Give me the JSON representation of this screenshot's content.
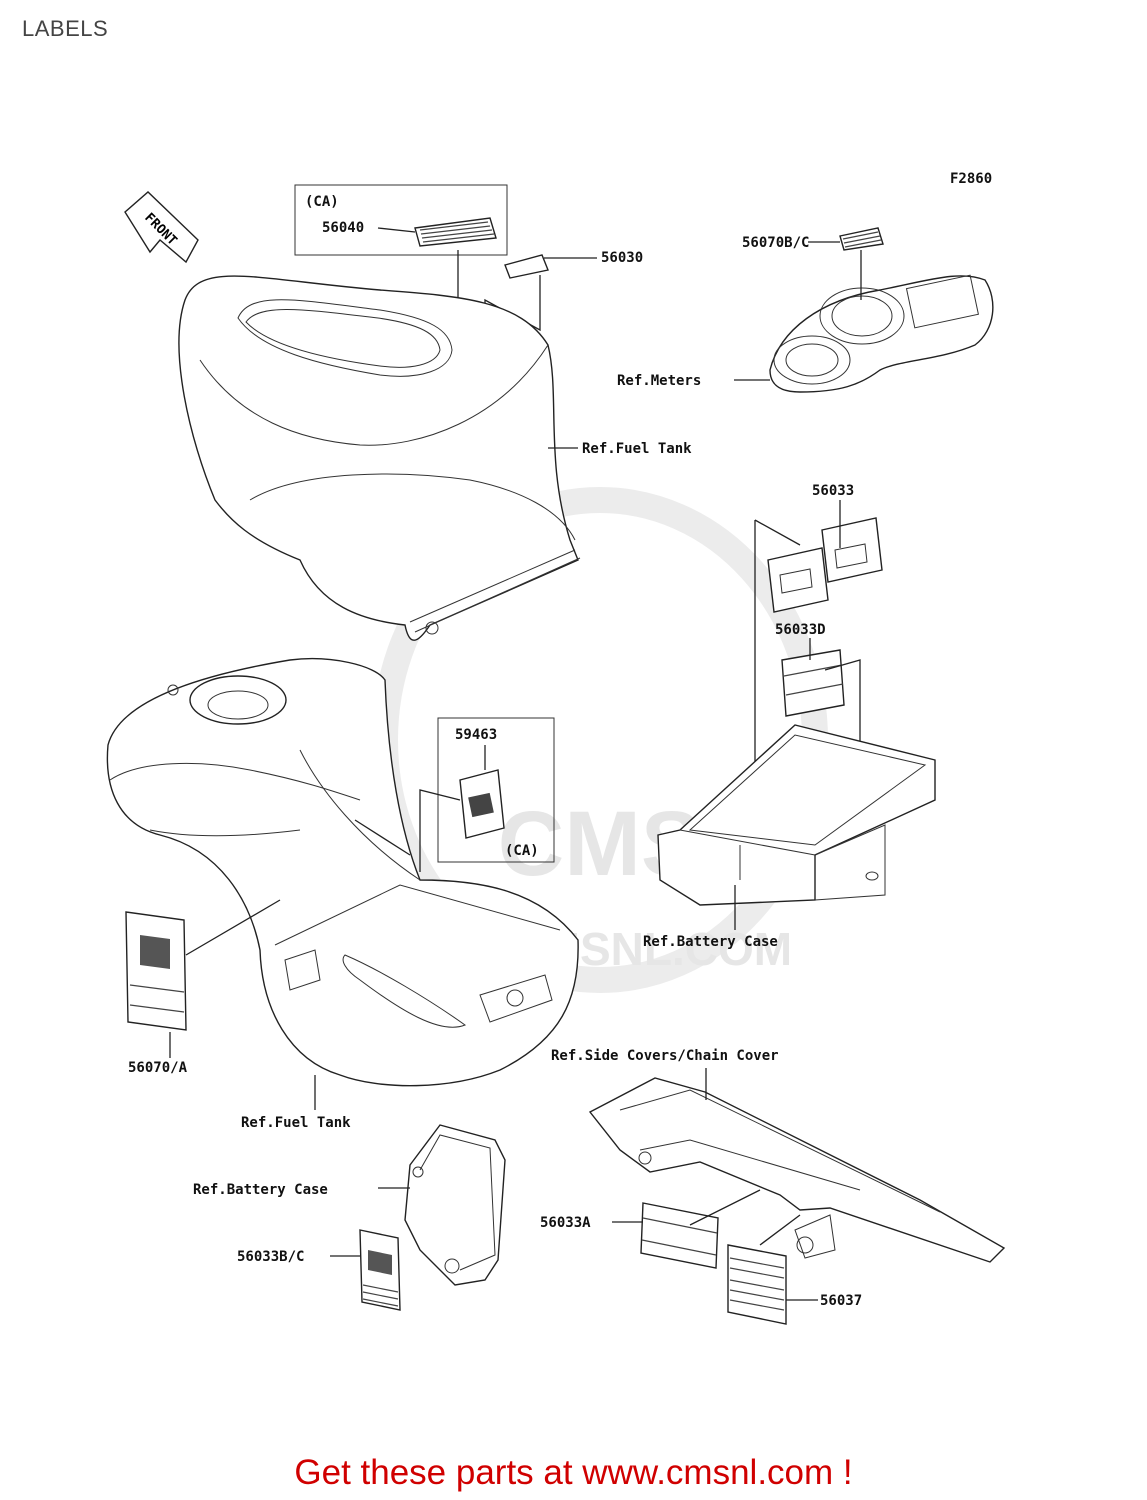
{
  "title": "LABELS",
  "figure_code": "F2860",
  "front_arrow_text": "FRONT",
  "watermark": {
    "brand": "CMS",
    "url": "WWW.CMSNL.COM"
  },
  "labels": {
    "ca_top": "(CA)",
    "p56040": "56040",
    "p56030": "56030",
    "p56070bc": "56070B/C",
    "ref_meters": "Ref.Meters",
    "ref_fuel_tank_top": "Ref.Fuel Tank",
    "p56033": "56033",
    "p56033d": "56033D",
    "p59463": "59463",
    "ca_mid": "(CA)",
    "ref_battery_case_right": "Ref.Battery Case",
    "p56070a": "56070/A",
    "ref_side_covers": "Ref.Side Covers/Chain Cover",
    "ref_fuel_tank_bottom": "Ref.Fuel Tank",
    "ref_battery_case_left": "Ref.Battery Case",
    "p56033a": "56033A",
    "p56033bc": "56033B/C",
    "p56037": "56037"
  },
  "footer": "Get these parts at www.cmsnl.com !"
}
